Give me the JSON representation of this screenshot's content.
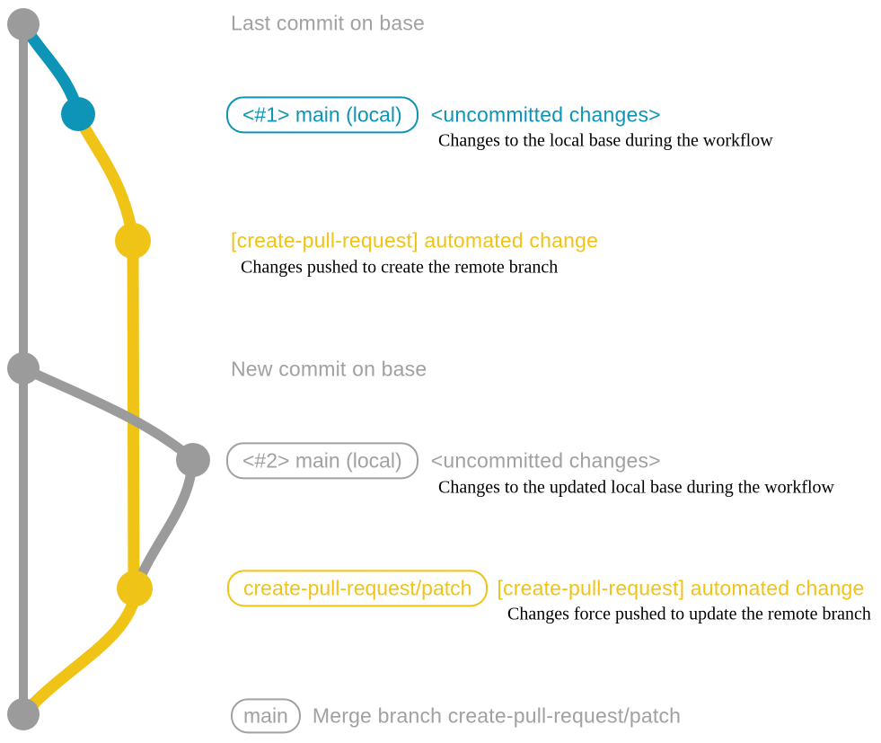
{
  "colors": {
    "gray": "#9b9b9b",
    "gray_text": "#a1a1a1",
    "teal": "#0e94b6",
    "yellow": "#f0c317",
    "note": "#000000"
  },
  "rows": {
    "last_commit": {
      "title": "Last commit on base"
    },
    "local_main_1": {
      "badge": "<#1> main (local)",
      "status": "<uncommitted changes>",
      "note": "Changes to the local base during the workflow"
    },
    "push_create": {
      "title": "[create-pull-request] automated change",
      "note": "Changes pushed to create the remote branch"
    },
    "new_commit": {
      "title": "New commit on base"
    },
    "local_main_2": {
      "badge": "<#2> main (local)",
      "status": "<uncommitted changes>",
      "note": "Changes to the updated local base during the workflow"
    },
    "push_update": {
      "badge": "create-pull-request/patch",
      "title": "[create-pull-request] automated change",
      "note": "Changes force pushed to update the remote branch"
    },
    "merge": {
      "badge": "main",
      "title": "Merge branch create-pull-request/patch"
    }
  }
}
